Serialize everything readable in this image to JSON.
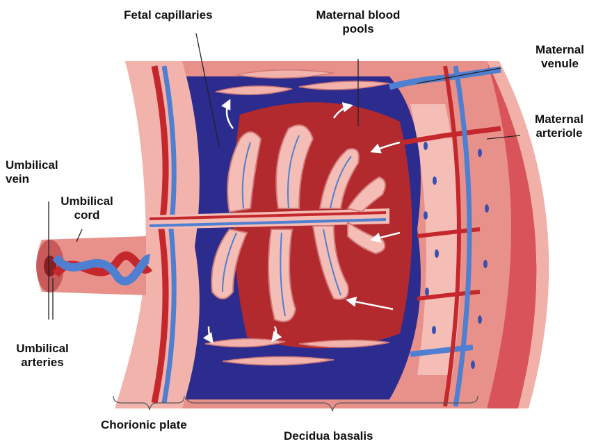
{
  "labels": {
    "fetal_capillaries": "Fetal capillaries",
    "maternal_blood_pools": [
      "Maternal blood",
      "pools"
    ],
    "maternal_venule": [
      "Maternal",
      "venule"
    ],
    "maternal_arteriole": [
      "Maternal",
      "arteriole"
    ],
    "umbilical_vein": [
      "Umbilical",
      "vein"
    ],
    "umbilical_cord": [
      "Umbilical",
      "cord"
    ],
    "umbilical_arteries": [
      "Umbilical",
      "arteries"
    ],
    "chorionic_plate": "Chorionic plate",
    "decidua_basalis": "Decidua basalis"
  },
  "colors": {
    "tissue_pink": "#e58a88",
    "tissue_light": "#f2b3ad",
    "maternal_blood": "#b32a2e",
    "fetal_blue_pool": "#2b2a8c",
    "artery_red": "#c4282c",
    "vein_blue": "#4f7fd0",
    "arrow_white": "#ffffff"
  }
}
